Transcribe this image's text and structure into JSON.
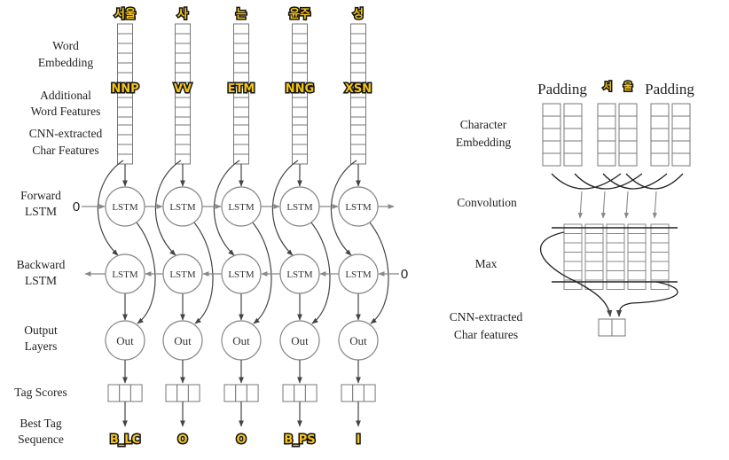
{
  "left_diagram": {
    "row_labels": {
      "word_embedding": [
        "Word",
        "Embedding"
      ],
      "additional_features": [
        "Additional",
        "Word Features"
      ],
      "cnn_features": [
        "CNN-extracted",
        "Char Features"
      ],
      "forward_lstm": [
        "Forward",
        "LSTM"
      ],
      "backward_lstm": [
        "Backward",
        "LSTM"
      ],
      "output_layers": [
        "Output",
        "Layers"
      ],
      "tag_scores": [
        "Tag Scores"
      ],
      "best_tag_sequence": [
        "Best Tag",
        "Sequence"
      ]
    },
    "words": [
      "서울",
      "사",
      "는",
      "윤주",
      "성"
    ],
    "pos_tags": [
      "NNP",
      "VV",
      "ETM",
      "NNG",
      "XSN"
    ],
    "best_tags": [
      "B_LC",
      "O",
      "O",
      "B_PS",
      "I"
    ],
    "forward_init": "0",
    "backward_init": "0",
    "lstm_label": "LSTM",
    "out_label": "Out"
  },
  "right_diagram": {
    "padding_left": "Padding",
    "padding_right": "Padding",
    "chars": [
      "서",
      "울"
    ],
    "row_labels": {
      "char_embedding": [
        "Character",
        "Embedding"
      ],
      "convolution": [
        "Convolution"
      ],
      "max": [
        "Max"
      ],
      "cnn_char_features": [
        "CNN-extracted",
        "Char features"
      ]
    }
  }
}
